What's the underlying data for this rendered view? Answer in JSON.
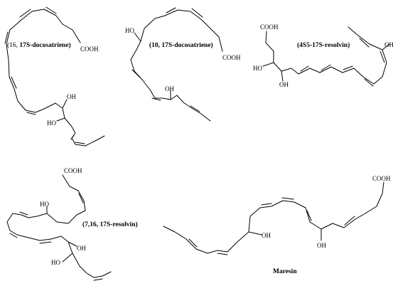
{
  "molecules": [
    {
      "id": "pd1",
      "name_parts": [
        {
          "text": "(16, ",
          "bold": false
        },
        {
          "text": "17S-docosatriene)",
          "bold": true
        }
      ],
      "atoms": {
        "acid": "COOH",
        "oh_a": "OH",
        "oh_b": "HO"
      }
    },
    {
      "id": "pd2",
      "name_parts": [
        {
          "text": "(10, 17S-docosatriene)",
          "bold": true
        }
      ],
      "atoms": {
        "acid": "COOH",
        "oh_a": "HO",
        "oh_b": "OH"
      }
    },
    {
      "id": "rvd1",
      "name_parts": [
        {
          "text": "(4S5-17S-resolvin)",
          "bold": true
        }
      ],
      "atoms": {
        "acid": "COOH",
        "oh_a": "HO",
        "oh_b": "OH",
        "oh_c": "OH"
      }
    },
    {
      "id": "rvd2",
      "name_parts": [
        {
          "text": "(7,16, 17S-resolvin)",
          "bold": true
        }
      ],
      "atoms": {
        "acid": "COOH",
        "oh_a": "HO",
        "oh_b": "OH",
        "oh_c": "HO"
      }
    },
    {
      "id": "maresin",
      "name_parts": [
        {
          "text": "Maresin",
          "bold": true
        }
      ],
      "atoms": {
        "acid": "COOH",
        "oh_a": "OH",
        "oh_b": "OH"
      }
    }
  ]
}
